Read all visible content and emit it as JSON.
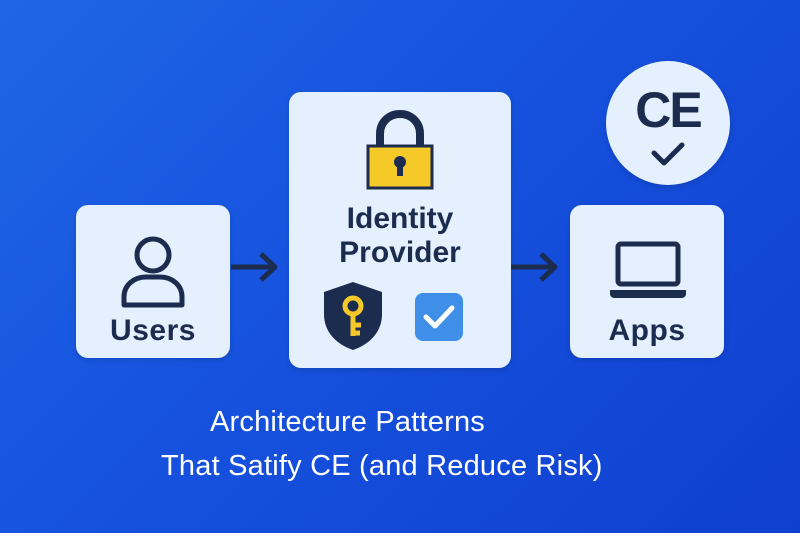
{
  "nodes": {
    "users": {
      "label": "Users"
    },
    "identity_provider": {
      "label_line1": "Identity",
      "label_line2": "Provider"
    },
    "apps": {
      "label": "Apps"
    }
  },
  "badge": {
    "text": "CE"
  },
  "title": {
    "line1": "Architecture Patterns",
    "line2": "That Satify CE (and Reduce Risk)"
  },
  "icons": [
    "user-icon",
    "lock-icon",
    "shield-key-icon",
    "checkbox-icon",
    "laptop-icon",
    "arrow-right-icon",
    "checkmark-icon"
  ],
  "colors": {
    "background_start": "#1f66e6",
    "background_end": "#0f3fcf",
    "card": "#e4f0fd",
    "text_dark": "#1b2c4f",
    "lock_yellow": "#f5c928",
    "checkbox_blue": "#3f8ee8",
    "title_text": "#ffffff"
  }
}
